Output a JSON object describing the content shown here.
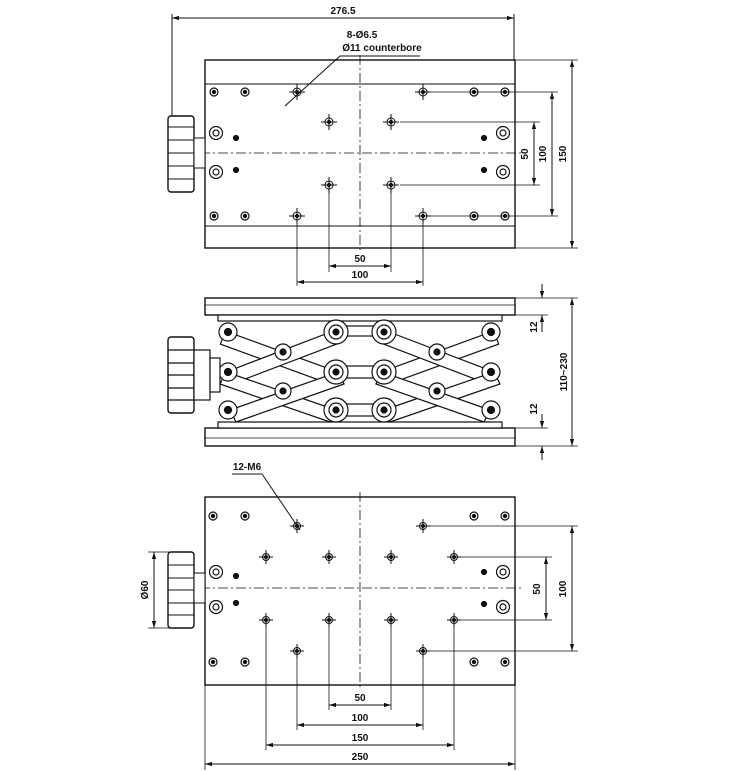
{
  "top_view": {
    "overall_width": "276.5",
    "callout_line1": "8-Ø6.5",
    "callout_line2": "Ø11 counterbore",
    "dim_50_vertical": "50",
    "dim_100_vertical": "100",
    "dim_150_vertical": "150",
    "dim_50_horizontal": "50",
    "dim_100_horizontal": "100"
  },
  "side_view": {
    "plate_thickness_top": "12",
    "plate_thickness_bottom": "12",
    "height_range": "110~230"
  },
  "bottom_view": {
    "callout": "12-M6",
    "knob_diameter": "Ø60",
    "dim_50_vertical": "50",
    "dim_100_vertical": "100",
    "dim_50_horizontal": "50",
    "dim_100_horizontal": "100",
    "dim_150_horizontal": "150",
    "dim_250_horizontal": "250"
  },
  "colors": {
    "line": "#111111",
    "fill_light": "#e6e6e6",
    "fill_hole": "#cfcfcf"
  }
}
